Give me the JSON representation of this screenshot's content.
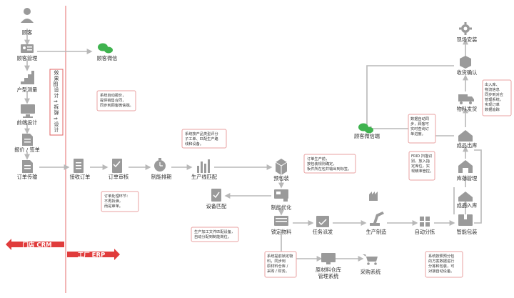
{
  "colors": {
    "accent": "#e03c3c",
    "flow": "#b8b8b8",
    "icon": "#9a9a9a",
    "text": "#333333"
  },
  "lanes": {
    "crm_label": "门店 CRM",
    "erp_label": "工厂 ERP"
  },
  "nodes": {
    "customer": "顾客",
    "customer_mgmt": "顾客管理",
    "room_measure": "户型测量",
    "front_design": "前端设计",
    "quote_sign": "报价 / 签单",
    "order_transfer": "订单传输",
    "customer_wechat": "顾客微信",
    "receive_order": "接收订单",
    "order_review": "订单审核",
    "production_schedule": "制能排期",
    "line_match": "生产线匹配",
    "pre_pack": "预包装",
    "device_match": "设备匹配",
    "manufacturing_opt": "制能优化",
    "lock_materials": "锁定物料",
    "task_dispatch": "任务派发",
    "production": "生产制造",
    "auto_sort": "自动分拣",
    "smart_pack": "智能包装",
    "finished_in": "成品入库",
    "inventory_mgmt": "库存管理",
    "finished_out": "成品出库",
    "material_ship": "物料发货",
    "receipt_confirm": "收货确认",
    "onsite_install": "现场安装",
    "customer_wechat_end": "顾客微信端",
    "raw_wms": "原材料仓库\n管理系统",
    "purchase_sys": "采购系统"
  },
  "vertical_box": "效果图设计 ⇒ 拆弹 ⇒ 设计",
  "notes": {
    "auto_quote": "系统自动报价，\n提供销售合同，\n同步到顾客微信端。",
    "order_review": "订单处理环节：\n不再拆弹，\n而是审单。",
    "line_match": "系统按产品类型评分\n子工单、匹配生产路\n线和设备。",
    "pre_pack": "订单生产前，\n按包装规则确定，\n板件所在包并输出到标签。",
    "device_match": "生产加工文件匹配设备，\n自动分配到制能岗位。",
    "lock_materials": "系统提前锁定物\n料，同步到\n原材料仓库 /\n采购 / 财务。",
    "auto_sort": "系统按照预分包\n的方案数据进行\n分拣和包装，可\n对接自动设备。",
    "rfid": "FRID 扫描识\n别，放入指\n定库位，实\n现精准管控。",
    "data_sync": "数据自动同\n步，顾客可\n实时查询订\n单进度。",
    "outbound": "出入库、\n物流信息\n同步到对应\n管理系统，\n实现订单\n数据追踪"
  }
}
